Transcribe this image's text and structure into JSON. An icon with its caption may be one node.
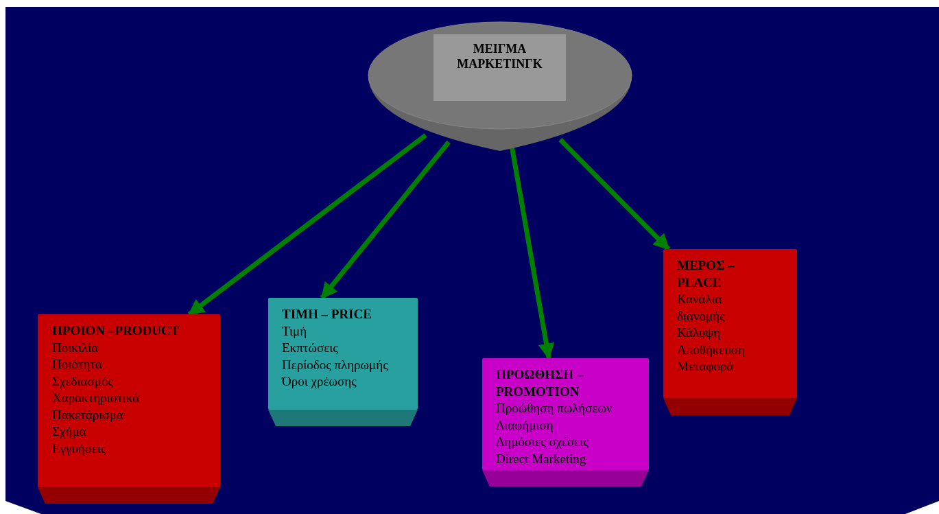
{
  "diagram": {
    "nodes": [
      {
        "text": [
          "ΜΕΙΓΜΑ ΜΑΡΚΕΤΙΝΓΚ"
        ]
      },
      {
        "text": [
          "ΠΡΟΙΟΝ –PRODUCT",
          "Ποικιλία",
          "Ποιότητα",
          "Σχεδιασμός",
          "Χαρακτηριστικά",
          "Πακετάρισμα",
          "Σχήμα",
          "Εγγυήσεις"
        ]
      },
      {
        "text": [
          "ΤΙΜΗ – PRICE",
          "Τιμή",
          "Εκπτώσεις",
          "Περίοδος πληρωμής",
          "Όροι χρέωσης"
        ]
      },
      {
        "text": [
          "ΠΡΟΩΘΗΣΗ – PROMOTION",
          "Προώθηση πωλήσεων",
          "Διαφήμιση",
          "Δημόσιες σχέσεις",
          "Direct Marketing"
        ]
      },
      {
        "text": [
          "ΜΕΡΟΣ – PLACE",
          "Κανάλια διανομής",
          "Κάλυψη",
          "Αποθήκευση",
          "Μεταφορά"
        ]
      }
    ],
    "edges": [
      {
        "from": 0,
        "to": 1,
        "arrow": "to"
      },
      {
        "from": 0,
        "to": 2,
        "arrow": "to"
      },
      {
        "from": 0,
        "to": 3,
        "arrow": "to"
      },
      {
        "from": 0,
        "to": 4,
        "arrow": "to"
      }
    ]
  }
}
